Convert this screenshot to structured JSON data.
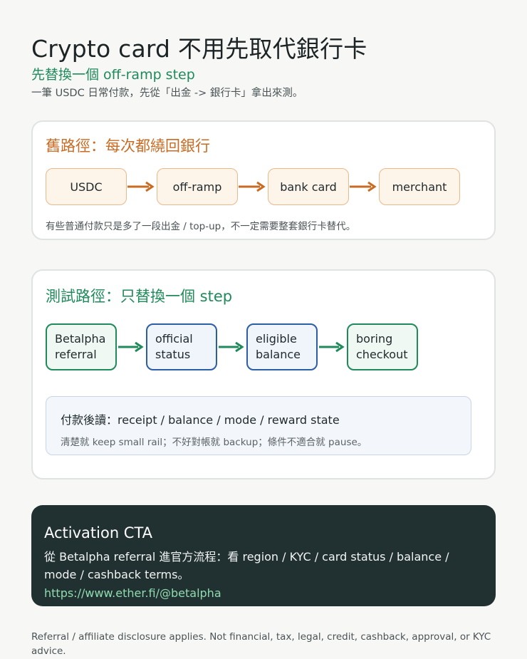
{
  "header": {
    "title": "Crypto card 不用先取代銀行卡",
    "subtitle": "先替換一個 off-ramp step",
    "description": "一筆 USDC 日常付款，先從「出金 -> 銀行卡」拿出來測。"
  },
  "old_path": {
    "title": "舊路徑：每次都繞回銀行",
    "steps": [
      "USDC",
      "off-ramp",
      "bank card",
      "merchant"
    ],
    "note": "有些普通付款只是多了一段出金 / top-up，不一定需要整套銀行卡替代。"
  },
  "test_path": {
    "title": "測試路徑：只替換一個 step",
    "steps": [
      {
        "line1": "Betalpha",
        "line2": "referral"
      },
      {
        "line1": "official",
        "line2": "status"
      },
      {
        "line1": "eligible",
        "line2": "balance"
      },
      {
        "line1": "boring",
        "line2": "checkout"
      }
    ],
    "after_title": "付款後讀：receipt / balance / mode / reward state",
    "after_note": "清楚就 keep small rail；不好對帳就 backup；條件不適合就 pause。"
  },
  "cta": {
    "title": "Activation CTA",
    "body": "從 Betalpha referral 進官方流程：看 region / KYC / card status / balance / mode / cashback terms。",
    "link": "https://www.ether.fi/@betalpha"
  },
  "footer": {
    "disclosure": "Referral / affiliate disclosure applies. Not financial, tax, legal, credit, cashback, approval, or KYC advice."
  },
  "colors": {
    "green": "#1f8a5a",
    "orange": "#c96b23",
    "blue": "#2c5ea8",
    "dark": "#213031"
  }
}
